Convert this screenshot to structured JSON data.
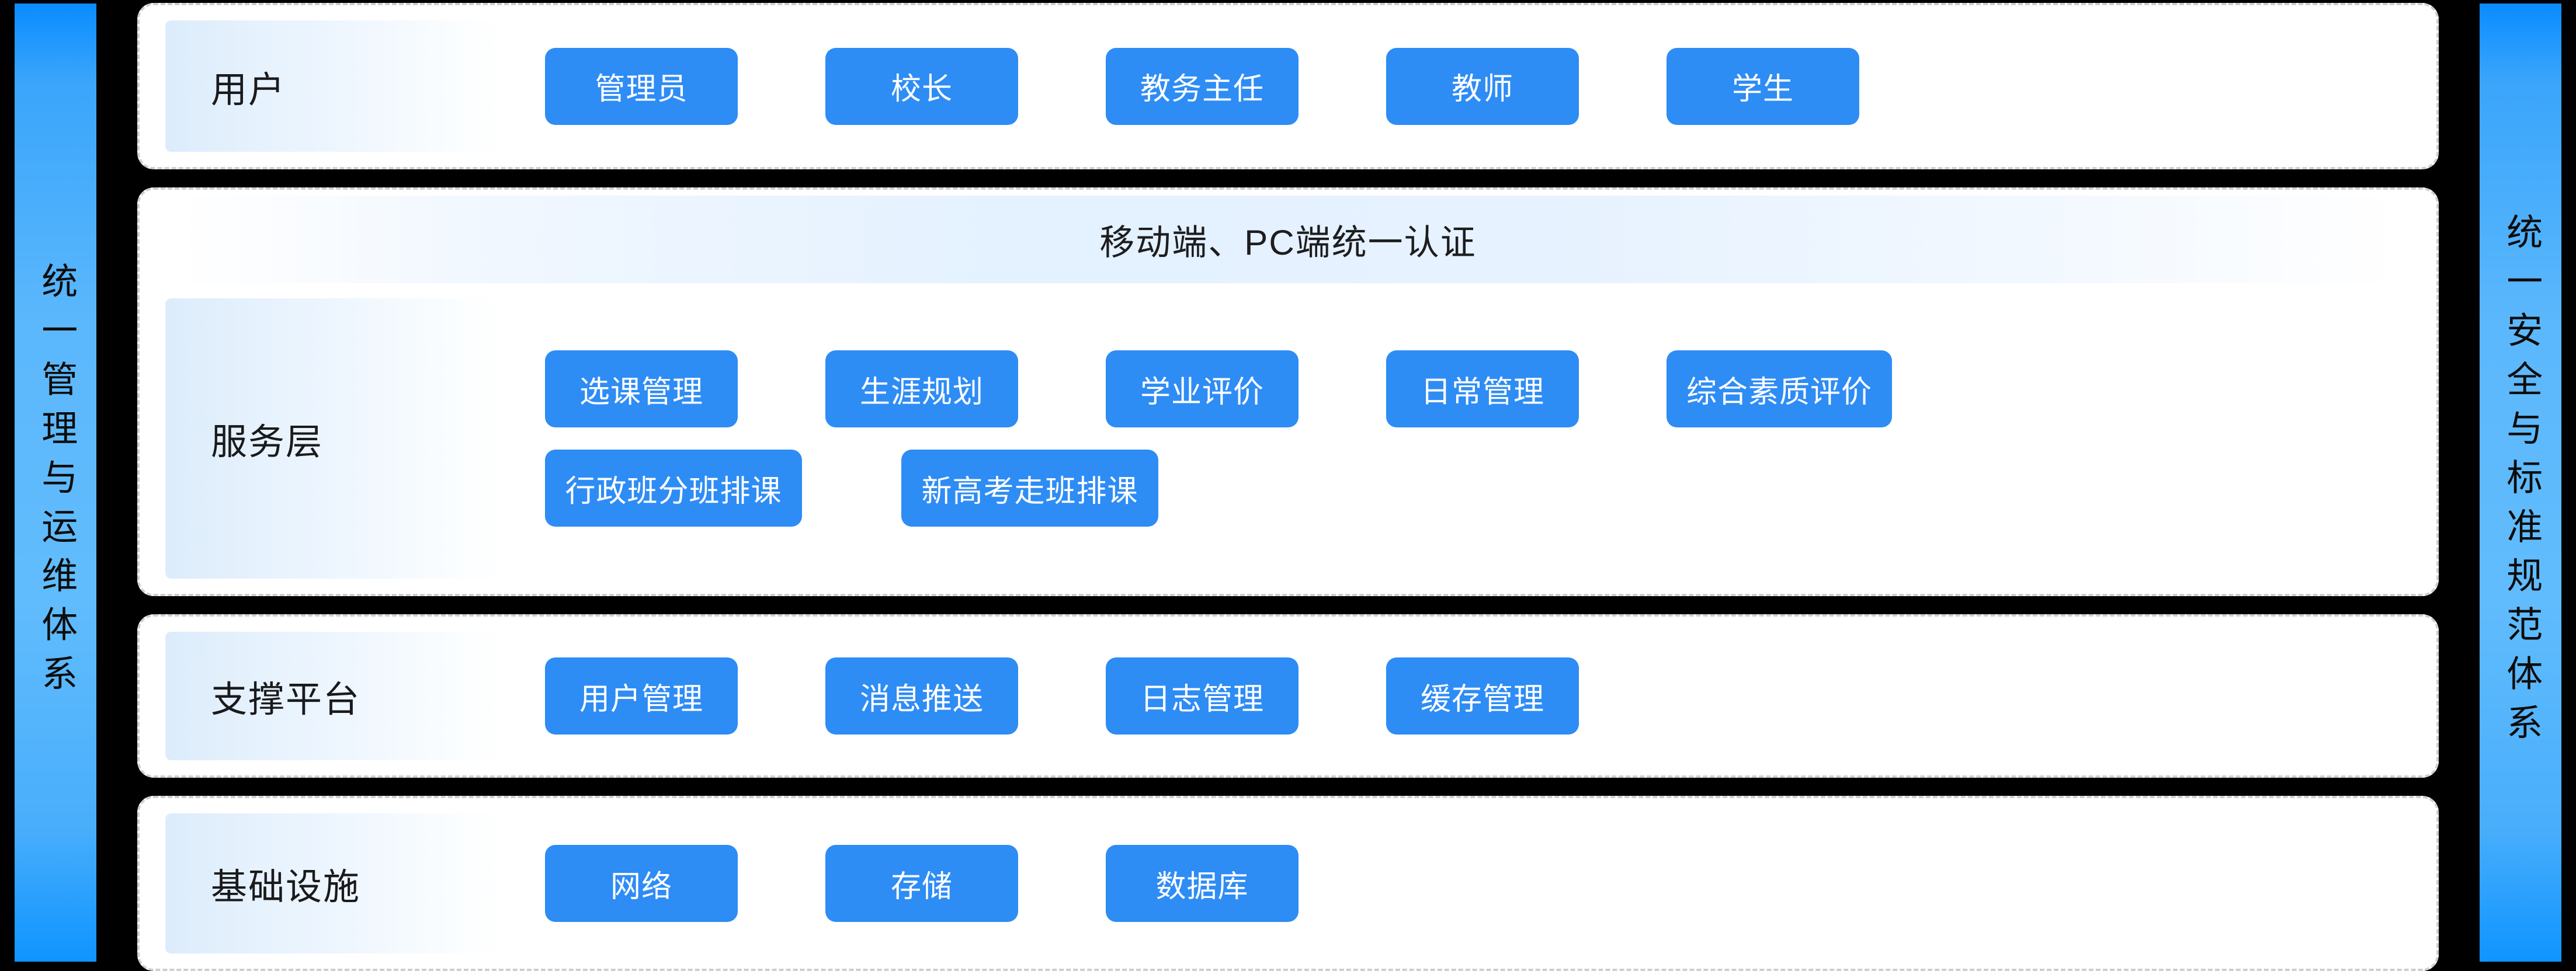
{
  "theme": {
    "background": "#000000",
    "card_background": "#ffffff",
    "card_border": "#cfcfcf",
    "chip_blue": "#2e8cf5",
    "chip_text": "#ffffff",
    "label_gradient_start": "#dcecfb",
    "rail_gradient": "#5cb8fc",
    "text_dark": "#1a1a1c"
  },
  "rails": {
    "left": "统一管理与运维体系",
    "right": "统一安全与标准规范体系"
  },
  "layers": [
    {
      "id": "users",
      "label": "用户",
      "rows": [
        [
          "管理员",
          "校长",
          "教务主任",
          "教师",
          "学生"
        ]
      ]
    },
    {
      "id": "service",
      "label": "服务层",
      "banner": "移动端、PC端统一认证",
      "rows": [
        [
          "选课管理",
          "生涯规划",
          "学业评价",
          "日常管理",
          "综合素质评价"
        ],
        [
          "行政班分班排课",
          "新高考走班排课"
        ]
      ]
    },
    {
      "id": "support",
      "label": "支撑平台",
      "rows": [
        [
          "用户管理",
          "消息推送",
          "日志管理",
          "缓存管理"
        ]
      ]
    },
    {
      "id": "infra",
      "label": "基础设施",
      "rows": [
        [
          "网络",
          "存储",
          "数据库"
        ]
      ]
    }
  ]
}
